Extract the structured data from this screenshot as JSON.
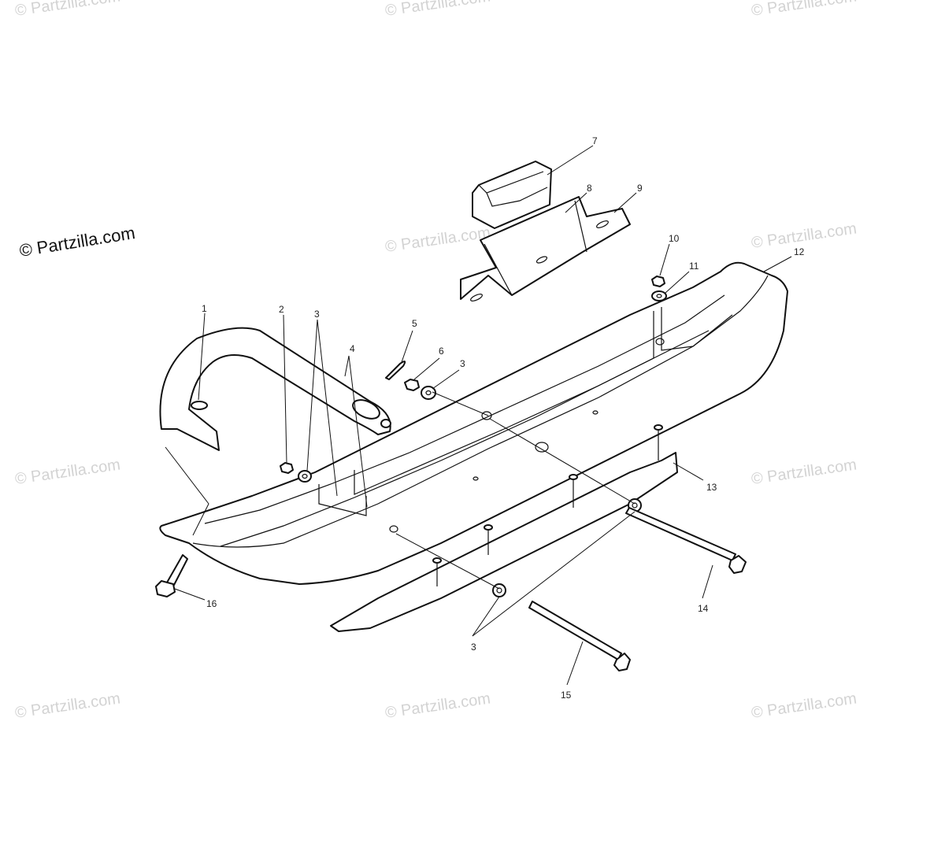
{
  "brand": "© Partzilla.com",
  "watermark_text": "© Partzilla.com",
  "callouts": [
    "1",
    "2",
    "3",
    "4",
    "5",
    "6",
    "3",
    "7",
    "8",
    "9",
    "10",
    "11",
    "12",
    "13",
    "14",
    "3",
    "15",
    "16"
  ],
  "colors": {
    "line": "#111111",
    "watermark": "#d3d3d3",
    "background": "#ffffff"
  }
}
